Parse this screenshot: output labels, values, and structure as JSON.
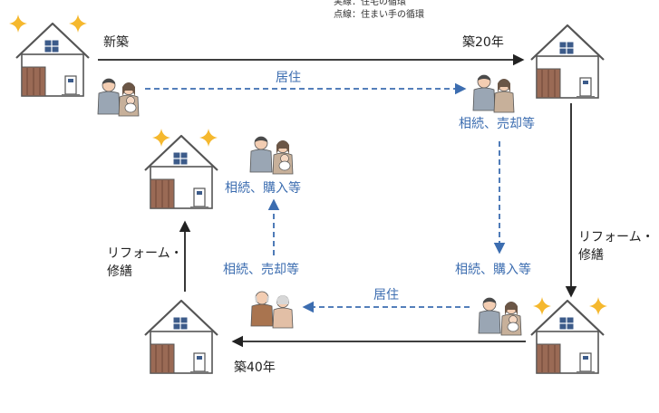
{
  "legend": {
    "solid_line": "実線：住宅の循環",
    "dotted_line": "点線：住まい手の循環"
  },
  "labels": {
    "shinchiku": "新築",
    "chiku20": "築20年",
    "chiku40": "築40年",
    "kyojuu_top": "居住",
    "kyojuu_bottom": "居住",
    "souzoku_baikyaku_right": "相続、売却等",
    "souzoku_kounyuu_right": "相続、購入等",
    "souzoku_baikyaku_left": "相続、売却等",
    "souzoku_kounyuu_left": "相続、購入等",
    "reform_right_1": "リフォーム・",
    "reform_right_2": "修繕",
    "reform_left_1": "リフォーム・",
    "reform_left_2": "修繕"
  },
  "colors": {
    "solid_arrow": "#222222",
    "dotted_arrow": "#3c6db0",
    "sparkle": "#f5b82e",
    "wall": "#9a6a55",
    "house_outline": "#555555"
  },
  "icons": [
    "house-icon",
    "family-icon",
    "couple-icon",
    "elderly-couple-icon",
    "sparkle-icon"
  ]
}
